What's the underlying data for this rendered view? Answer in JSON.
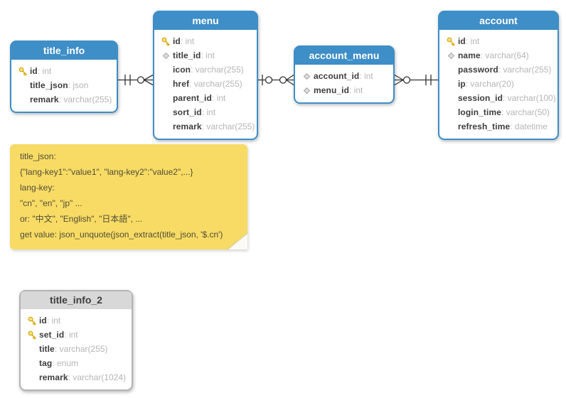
{
  "colors": {
    "header_blue": "#3e8ec7",
    "gray_header": "#d8d8d8",
    "note_yellow": "#f7db64",
    "field_name": "#3d3d3d",
    "field_type": "#b5b5b5",
    "relationship_line": "#333333",
    "key_gold": "#f5c84c"
  },
  "entities": [
    {
      "title": "title_info",
      "fields": [
        {
          "icon": "primary-key",
          "name": "id",
          "type": "int"
        },
        {
          "icon": "none",
          "name": "title_json",
          "type": "json"
        },
        {
          "icon": "none",
          "name": "remark",
          "type": "varchar(255)"
        }
      ]
    },
    {
      "title": "menu",
      "fields": [
        {
          "icon": "primary-key",
          "name": "id",
          "type": "int"
        },
        {
          "icon": "index-diamond",
          "name": "title_id",
          "type": "int"
        },
        {
          "icon": "none",
          "name": "icon",
          "type": "varchar(255)"
        },
        {
          "icon": "none",
          "name": "href",
          "type": "varchar(255)"
        },
        {
          "icon": "none",
          "name": "parent_id",
          "type": "int"
        },
        {
          "icon": "none",
          "name": "sort_id",
          "type": "int"
        },
        {
          "icon": "none",
          "name": "remark",
          "type": "varchar(255)"
        }
      ]
    },
    {
      "title": "account_menu",
      "fields": [
        {
          "icon": "index-diamond",
          "name": "account_id",
          "type": "int"
        },
        {
          "icon": "index-diamond",
          "name": "menu_id",
          "type": "int"
        }
      ]
    },
    {
      "title": "account",
      "fields": [
        {
          "icon": "primary-key",
          "name": "id",
          "type": "int"
        },
        {
          "icon": "index-diamond",
          "name": "name",
          "type": "varchar(64)"
        },
        {
          "icon": "none",
          "name": "password",
          "type": "varchar(255)"
        },
        {
          "icon": "none",
          "name": "ip",
          "type": "varchar(20)"
        },
        {
          "icon": "none",
          "name": "session_id",
          "type": "varchar(100)"
        },
        {
          "icon": "none",
          "name": "login_time",
          "type": "varchar(50)"
        },
        {
          "icon": "none",
          "name": "refresh_time",
          "type": "datetime"
        }
      ]
    },
    {
      "title": "title_info_2",
      "fields": [
        {
          "icon": "primary-key",
          "name": "id",
          "type": "int"
        },
        {
          "icon": "primary-key",
          "name": "set_id",
          "type": "int"
        },
        {
          "icon": "none",
          "name": "title",
          "type": "varchar(255)"
        },
        {
          "icon": "none",
          "name": "tag",
          "type": "enum"
        },
        {
          "icon": "none",
          "name": "remark",
          "type": "varchar(1024)"
        }
      ]
    }
  ],
  "note": {
    "lines": [
      "title_json:",
      "{\"lang-key1\":\"value1\", \"lang-key2\":\"value2\",...}",
      "lang-key:",
      "\"cn\", \"en\", \"jp\" ...",
      "or: \"中文\", \"English\", \"日本語\", ...",
      "get value: json_unquote(json_extract(title_json, '$.cn')"
    ]
  },
  "relationships": [
    {
      "from": "title_info",
      "to": "menu",
      "from_cardinality": "one-and-only-one",
      "to_cardinality": "zero-or-many"
    },
    {
      "from": "menu",
      "to": "account_menu",
      "from_cardinality": "zero-or-one",
      "to_cardinality": "zero-or-many"
    },
    {
      "from": "account_menu",
      "to": "account",
      "from_cardinality": "zero-or-many",
      "to_cardinality": "one-and-only-one"
    }
  ]
}
